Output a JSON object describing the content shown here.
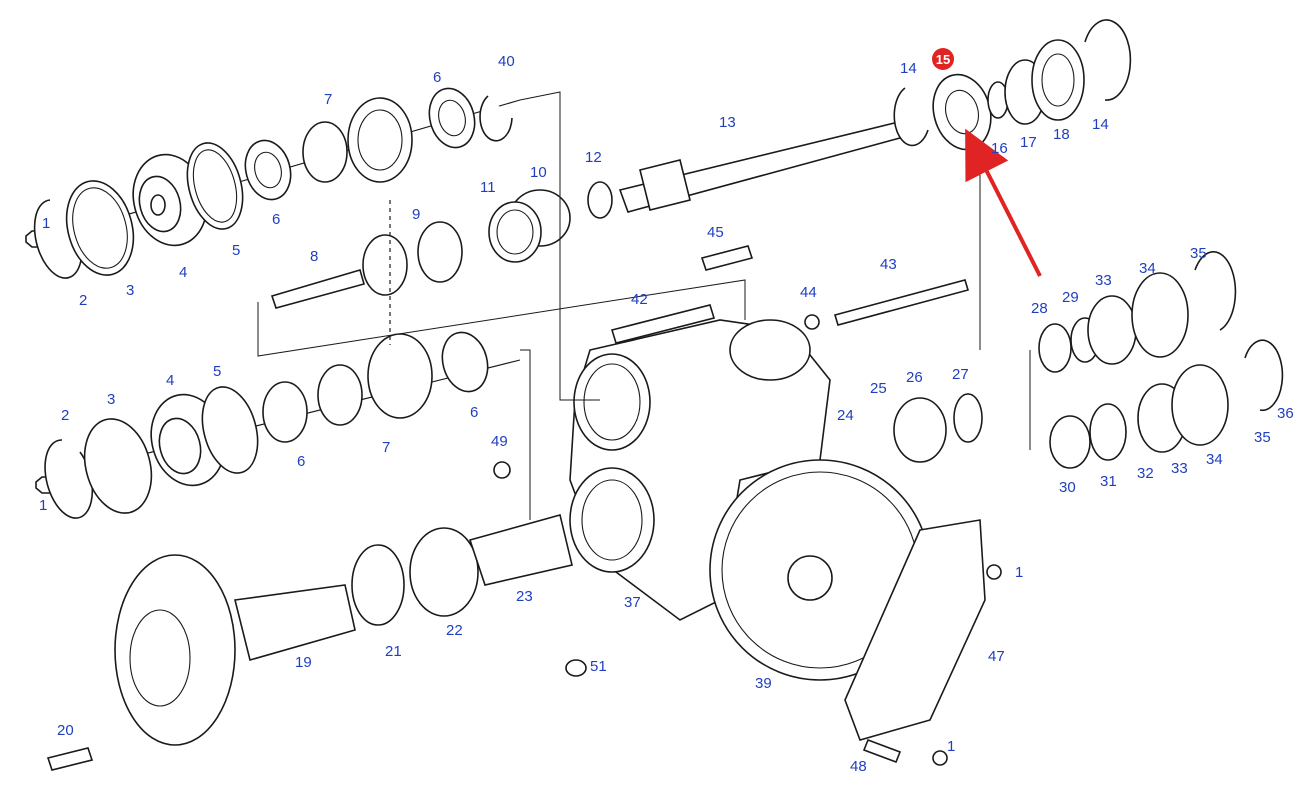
{
  "highlight": {
    "label": "15",
    "color": "#e02424"
  },
  "label_color": "#1f3fbf",
  "arrow_color": "#e02424",
  "callouts": {
    "top_1": "1",
    "top_2": "2",
    "top_3": "3",
    "top_4": "4",
    "top_5": "5",
    "top_6a": "6",
    "top_6b": "6",
    "top_7": "7",
    "top_40": "40",
    "p8": "8",
    "p9": "9",
    "p10": "10",
    "p11": "11",
    "p12": "12",
    "p13": "13",
    "p14a": "14",
    "p14b": "14",
    "p16": "16",
    "p17": "17",
    "p18": "18",
    "mid_1": "1",
    "mid_2": "2",
    "mid_3": "3",
    "mid_4": "4",
    "mid_5": "5",
    "mid_6a": "6",
    "mid_6b": "6",
    "mid_7": "7",
    "p19": "19",
    "p20": "20",
    "p21": "21",
    "p22": "22",
    "p23": "23",
    "p24": "24",
    "p25": "25",
    "p26": "26",
    "p27": "27",
    "p28": "28",
    "p29": "29",
    "p30": "30",
    "p31": "31",
    "p32": "32",
    "p33a": "33",
    "p33b": "33",
    "p34a": "34",
    "p34b": "34",
    "p35a": "35",
    "p35b": "35",
    "p36": "36",
    "p37": "37",
    "p39": "39",
    "p42": "42",
    "p43": "43",
    "p44": "44",
    "p45": "45",
    "p47": "47",
    "p48": "48",
    "p49": "49",
    "p51": "51",
    "bot_1a": "1",
    "bot_1b": "1"
  }
}
